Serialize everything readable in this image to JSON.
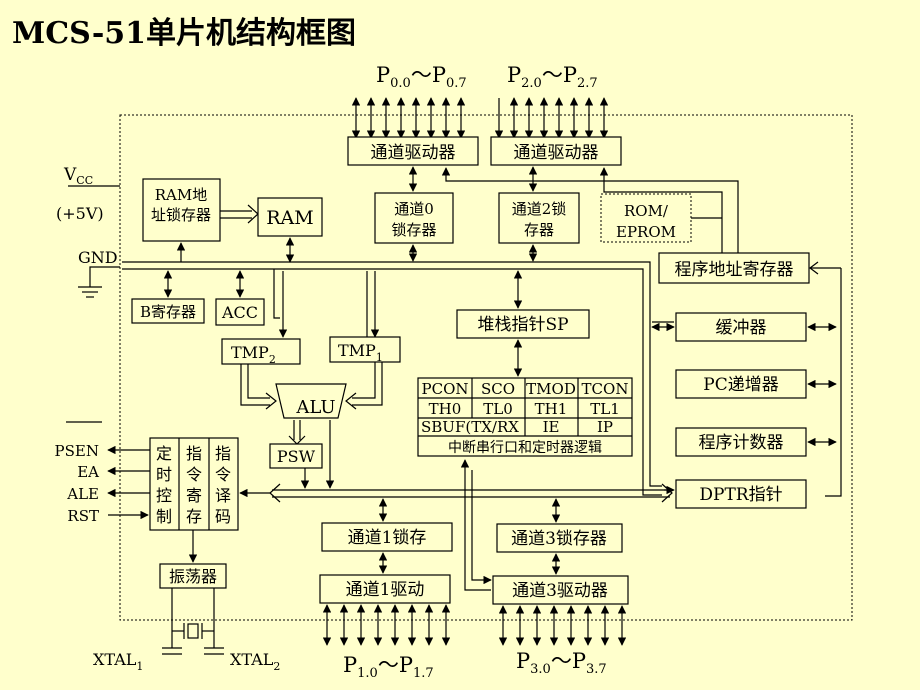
{
  "title": "MCS-51单片机结构框图",
  "ports": {
    "p0": {
      "base": "P",
      "s1": "0.0",
      "sep": "～",
      "s2": "0.7"
    },
    "p2": {
      "base": "P",
      "s1": "2.0",
      "sep": "～",
      "s2": "2.7"
    },
    "p1": {
      "base": "P",
      "s1": "1.0",
      "sep": "～",
      "s2": "1.7"
    },
    "p3": {
      "base": "P",
      "s1": "3.0",
      "sep": "～",
      "s2": "3.7"
    }
  },
  "power": {
    "vcc": "V",
    "vcc_sub": "CC",
    "voltage": "(+5V)",
    "gnd": "GND"
  },
  "blocks": {
    "p0_driver": "通道驱动器",
    "p2_driver": "通道驱动器",
    "ram_addr_l1": "RAM地",
    "ram_addr_l2": "址锁存器",
    "ram": "RAM",
    "p0_latch_l1": "通道0",
    "p0_latch_l2": "锁存器",
    "p2_latch_l1": "通道2锁",
    "p2_latch_l2": "存器",
    "rom_l1": "ROM/",
    "rom_l2": "EPROM",
    "pc_addr_reg": "程序地址寄存器",
    "b_reg": "B寄存器",
    "acc": "ACC",
    "tmp2": "TMP",
    "tmp2_sub": "2",
    "tmp1": "TMP",
    "tmp1_sub": "1",
    "alu": "ALU",
    "psw": "PSW",
    "sp": "堆栈指针SP",
    "buffer": "缓冲器",
    "pc_inc": "PC递增器",
    "pc": "程序计数器",
    "dptr": "DPTR指针",
    "timing_col1": [
      "定",
      "时",
      "控",
      "制"
    ],
    "timing_col2": [
      "指",
      "令",
      "寄",
      "存"
    ],
    "timing_col3": [
      "指",
      "令",
      "译",
      "码"
    ],
    "oscillator": "振荡器",
    "p1_latch": "通道1锁存",
    "p3_latch": "通道3锁存器",
    "p1_driver": "通道1驱动",
    "p3_driver": "通道3驱动器"
  },
  "sfr": {
    "rows": [
      [
        "PCON",
        "SCO",
        "TMOD",
        "TCON"
      ],
      [
        "TH0",
        "TL0",
        "TH1",
        "TL1"
      ],
      [
        "SBUF(TX/RX",
        "",
        "IE",
        "IP"
      ]
    ],
    "caption": "中断串行口和定时器逻辑"
  },
  "control_signals": [
    "PSEN",
    "EA",
    "ALE",
    "RST"
  ],
  "xtal": {
    "x1": "XTAL",
    "x1_sub": "1",
    "x2": "XTAL",
    "x2_sub": "2"
  }
}
